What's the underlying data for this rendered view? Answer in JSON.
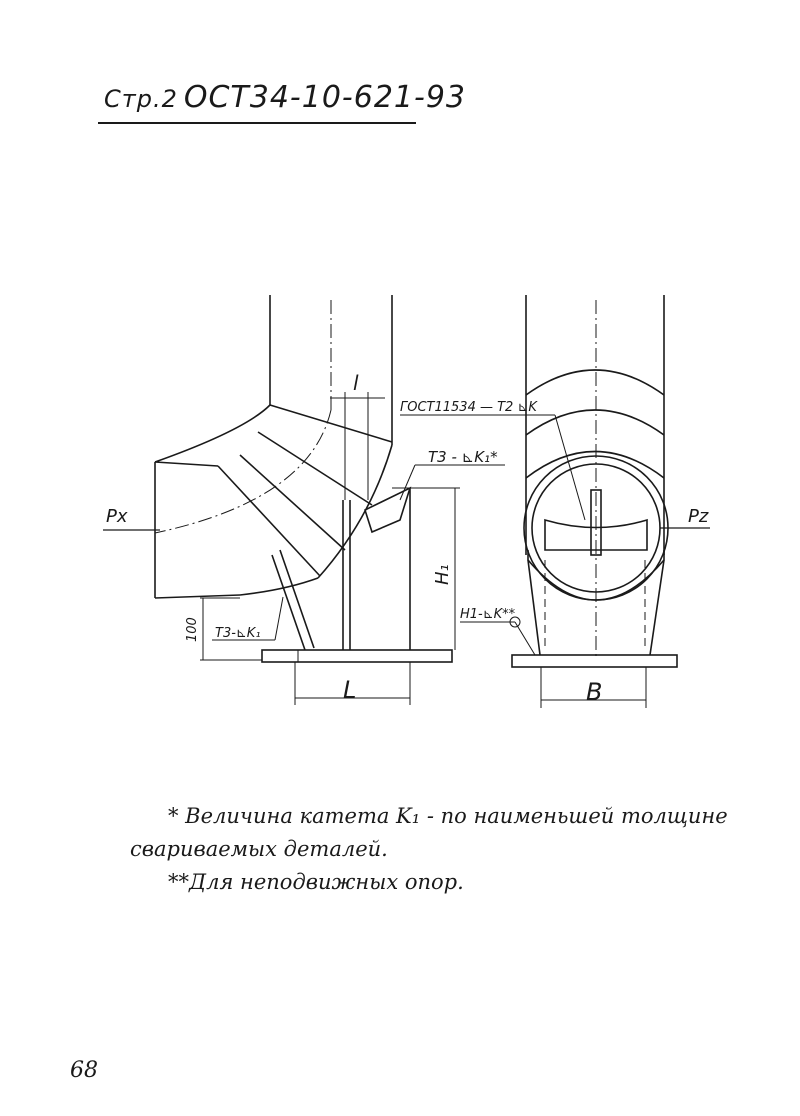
{
  "header": {
    "page_ref": "Стр.2",
    "standard": "ОСТ34-10-621-93"
  },
  "drawing": {
    "labels": {
      "l": "l",
      "L": "L",
      "B": "B",
      "H1": "H₁",
      "px": "Px",
      "pz": "Pz",
      "dim_100": "100",
      "weld_gost": "ГОСТ11534 — Т2 ⊾K",
      "weld_t3_top": "Т3 - ⊾K₁*",
      "weld_t3_bottom": "Т3-⊾K₁",
      "weld_h1": "Н1-⊾K**"
    }
  },
  "notes": {
    "note1_line1": "* Величина катета K₁ - по наименьшей толщине",
    "note1_line2": "свариваемых деталей.",
    "note2": "**Для неподвижных опор."
  },
  "page_number": "68"
}
